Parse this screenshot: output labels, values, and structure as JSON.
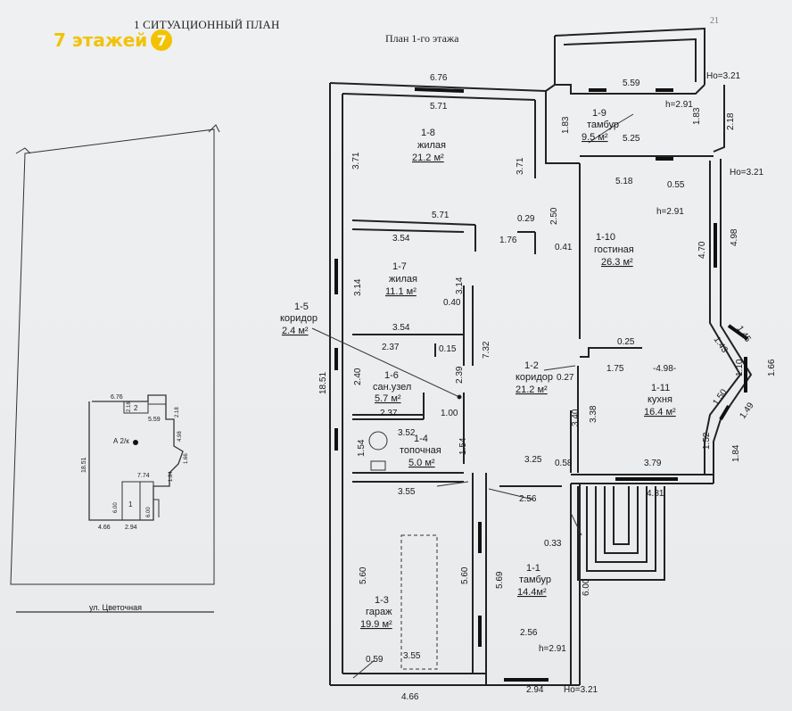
{
  "header": {
    "site_plan_title": "1  СИТУАЦИОННЫЙ ПЛАН",
    "floor_plan_title": "План 1-го этажа",
    "page_number": "21"
  },
  "watermark": {
    "text": "7 этажей",
    "badge": "7",
    "color": "#f2c200"
  },
  "site_plan": {
    "street": "ул. Цветочная",
    "marker": "А 2/к",
    "unit_1": "1",
    "unit_2": "2",
    "dims": [
      "6.76",
      "2.18",
      "5.59",
      "2.18",
      "4.98",
      "1.66",
      "18.51",
      "7.74",
      "6.00",
      "6.00",
      "4.66",
      "2.94",
      "1.84"
    ]
  },
  "rooms": [
    {
      "id": "1-1",
      "name": "тамбур",
      "area": "14.4м²"
    },
    {
      "id": "1-2",
      "name": "коридор",
      "area": "21.2 м²"
    },
    {
      "id": "1-3",
      "name": "гараж",
      "area": "19.9 м²"
    },
    {
      "id": "1-4",
      "name": "топочная",
      "area": "5.0 м²"
    },
    {
      "id": "1-5",
      "name": "коридор",
      "area": "2.4 м²"
    },
    {
      "id": "1-6",
      "name": "сан.узел",
      "area": "5.7 м²"
    },
    {
      "id": "1-7",
      "name": "жилая",
      "area": "11.1 м²"
    },
    {
      "id": "1-8",
      "name": "жилая",
      "area": "21.2 м²"
    },
    {
      "id": "1-9",
      "name": "тамбур",
      "area": "9.5 м²"
    },
    {
      "id": "1-10",
      "name": "гостиная",
      "area": "26.3 м²"
    },
    {
      "id": "1-11",
      "name": "кухня",
      "area": "16.4 м²"
    }
  ],
  "dimensions": {
    "d_676": "6.76",
    "d_571a": "5.71",
    "d_371a": "3.71",
    "d_371b": "3.71",
    "d_571b": "5.71",
    "d_029": "0.29",
    "d_250": "2.50",
    "d_176": "1.76",
    "d_041": "0.41",
    "d_354a": "3.54",
    "d_314a": "3.14",
    "d_314b": "3.14",
    "d_040": "0.40",
    "d_354b": "3.54",
    "d_237a": "2.37",
    "d_015": "0.15",
    "d_732": "7.32",
    "d_1851": "18.51",
    "d_240": "2.40",
    "d_239": "2.39",
    "d_237b": "2.37",
    "d_100": "1.00",
    "d_352": "3.52",
    "d_154a": "1.54",
    "d_154b": "1.54",
    "d_355a": "3.55",
    "d_325": "3.25",
    "d_058": "0.58",
    "d_379": "3.79",
    "d_256a": "2.56",
    "d_481": "4.81",
    "d_033": "0.33",
    "d_560a": "5.60",
    "d_560b": "5.60",
    "d_569": "5.69",
    "d_600": "6.00",
    "d_256b": "2.56",
    "d_h291c": "h=2.91",
    "d_059": "0.59",
    "d_355b": "3.55",
    "d_466": "4.66",
    "d_294": "2.94",
    "d_ho321c": "Hо=3.21",
    "d_559": "5.59",
    "d_183a": "1.83",
    "d_183b": "1.83",
    "d_218": "2.18",
    "d_525": "5.25",
    "d_h291a": "h=2.91",
    "d_ho321a": "Hо=3.21",
    "d_518": "5.18",
    "d_055": "0.55",
    "d_ho321b": "Hо=3.21",
    "d_h291b": "h=2.91",
    "d_470": "4.70",
    "d_498": "4.98",
    "d_145": "1.45",
    "d_143": "1.43",
    "d_110": "1.10",
    "d_166": "1.66",
    "d_150": "1.50",
    "d_149": "1.49",
    "d_152": "1.52",
    "d_184": "1.84",
    "d_025": "0.25",
    "d_175": "1.75",
    "d_498b": "-4.98-",
    "d_027": "0.27",
    "d_340": "3.40",
    "d_338": "3.38"
  }
}
